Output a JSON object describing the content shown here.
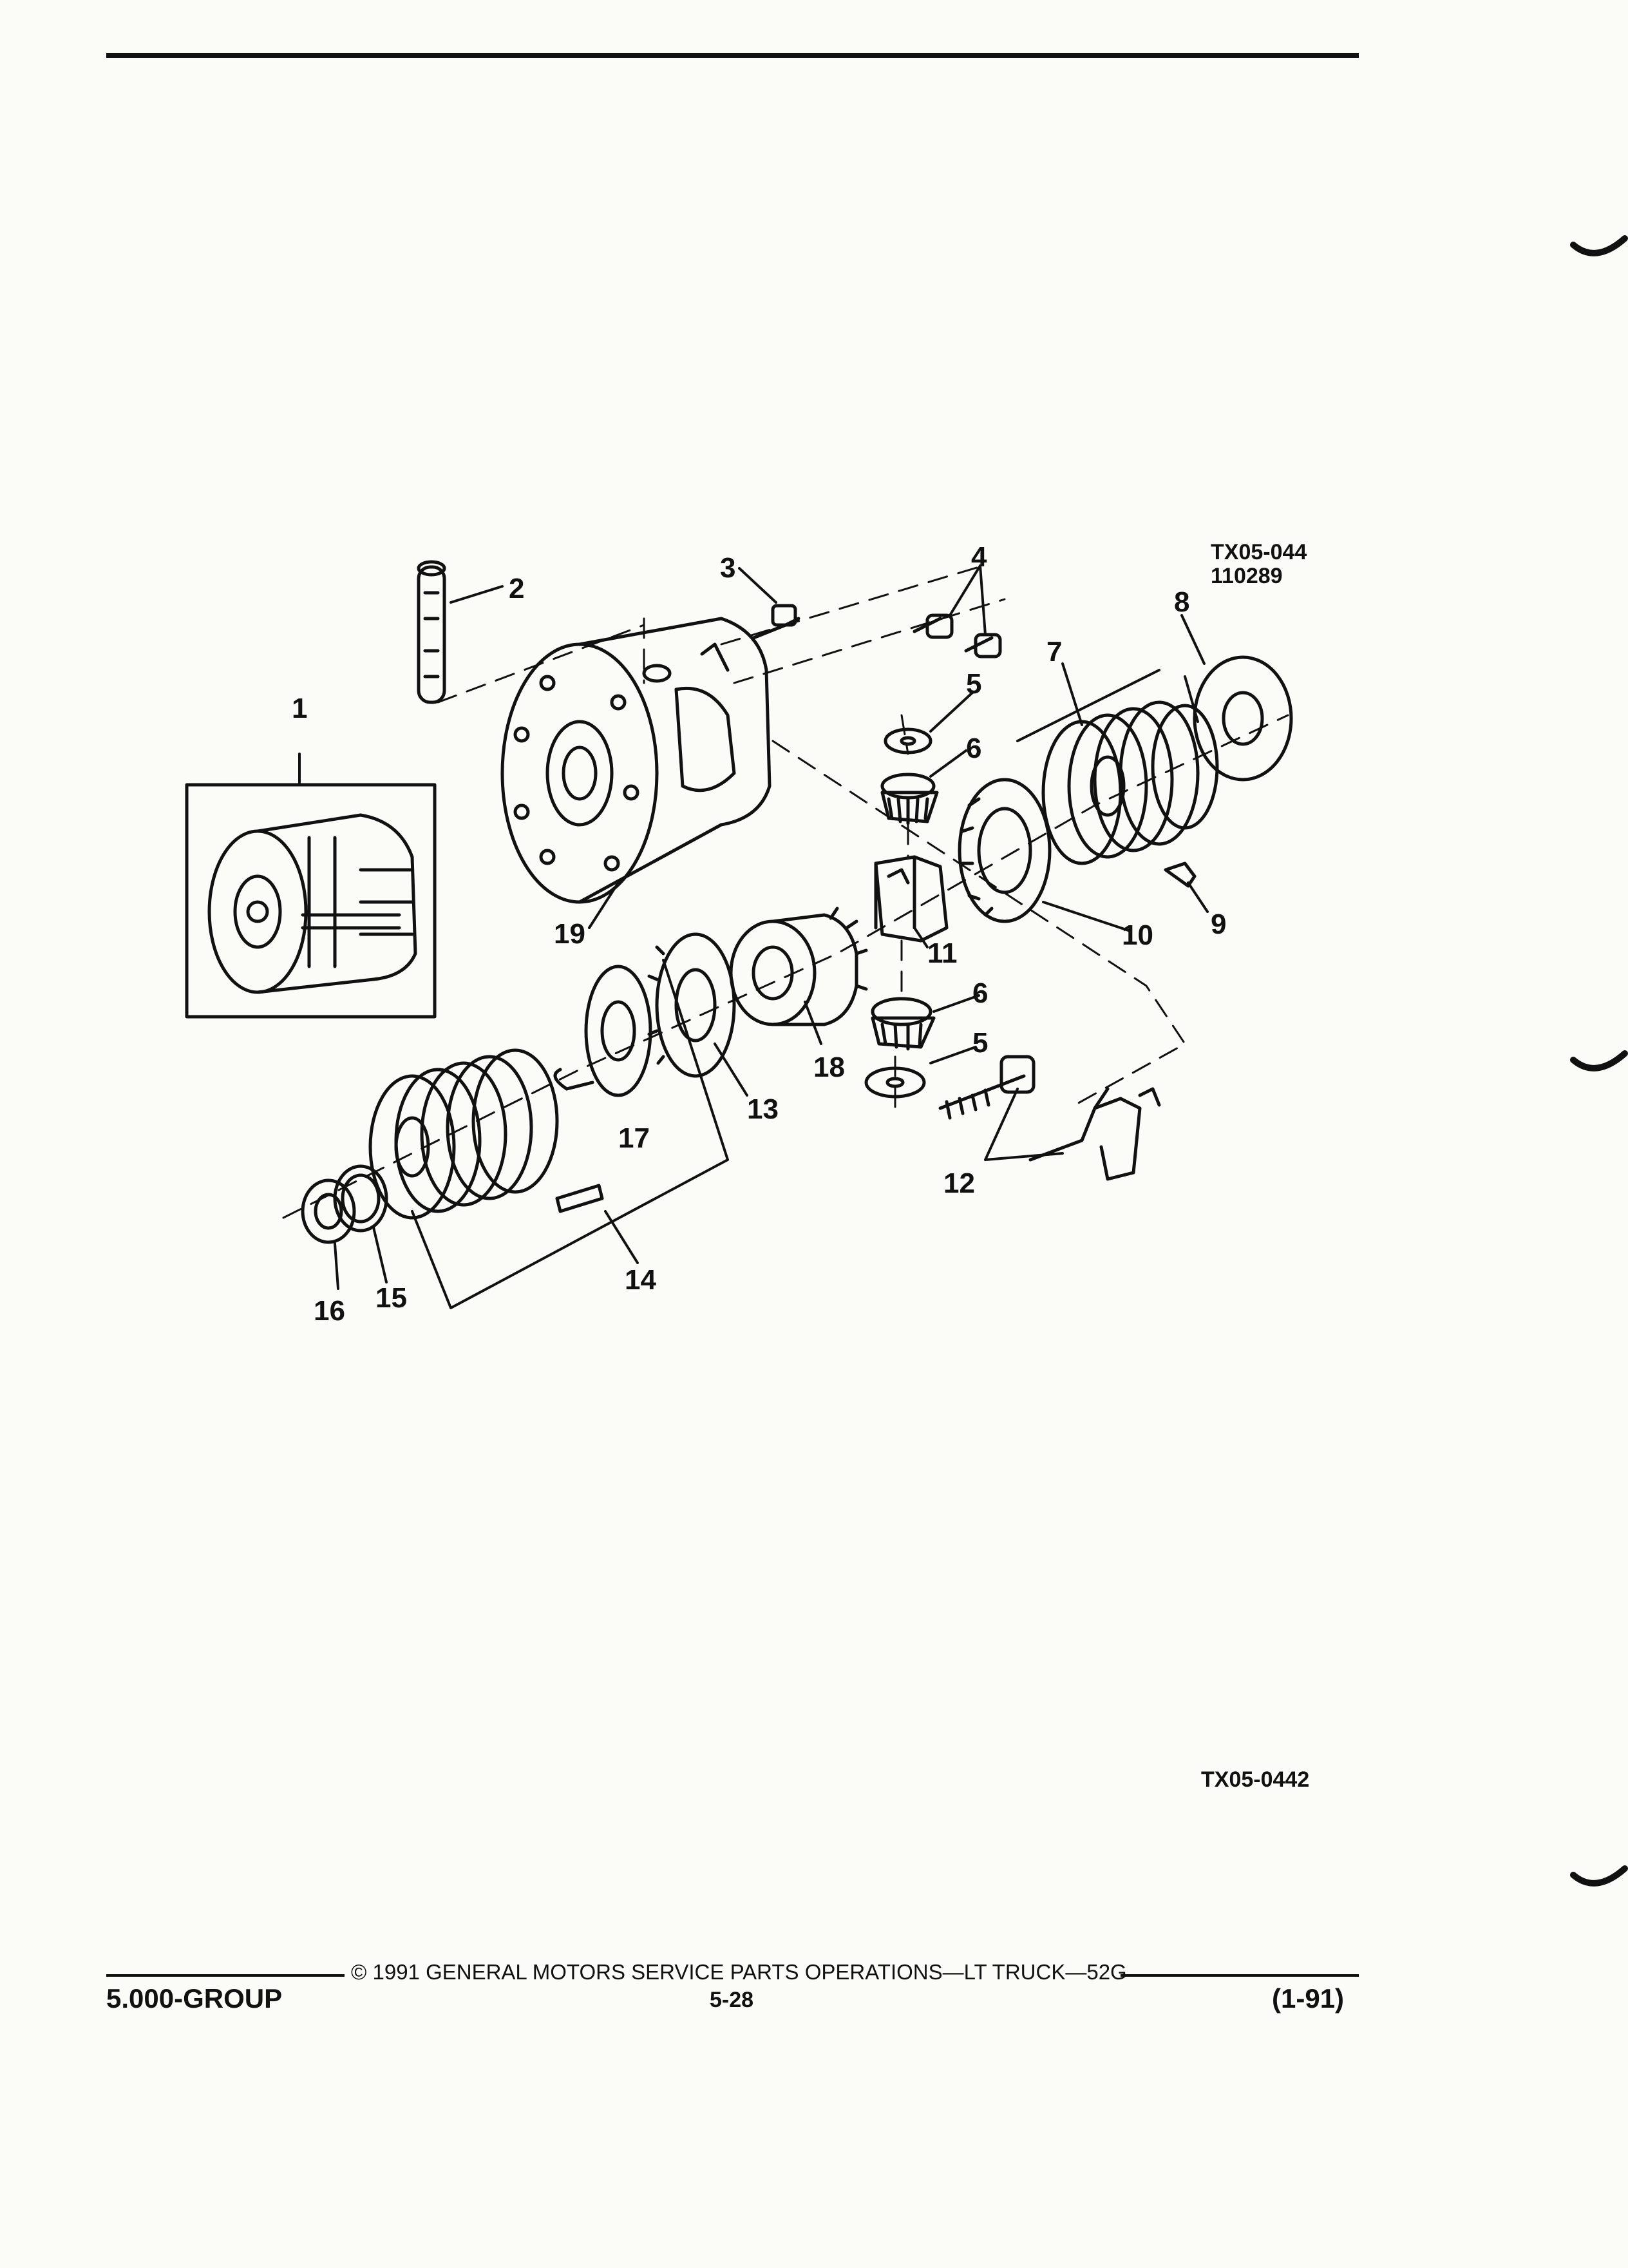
{
  "figure": {
    "code_top": "TX05-044",
    "date_code": "110289",
    "code_bottom": "TX05-0442"
  },
  "callouts": [
    "1",
    "2",
    "3",
    "4",
    "5",
    "6",
    "7",
    "8",
    "9",
    "10",
    "11",
    "6",
    "5",
    "12",
    "13",
    "14",
    "15",
    "16",
    "17",
    "18",
    "19"
  ],
  "footer": {
    "copyright": "© 1991 GENERAL MOTORS SERVICE PARTS OPERATIONS—LT TRUCK—52G",
    "group": "5.000-GROUP",
    "page": "5-28",
    "edition": "(1-91)"
  }
}
